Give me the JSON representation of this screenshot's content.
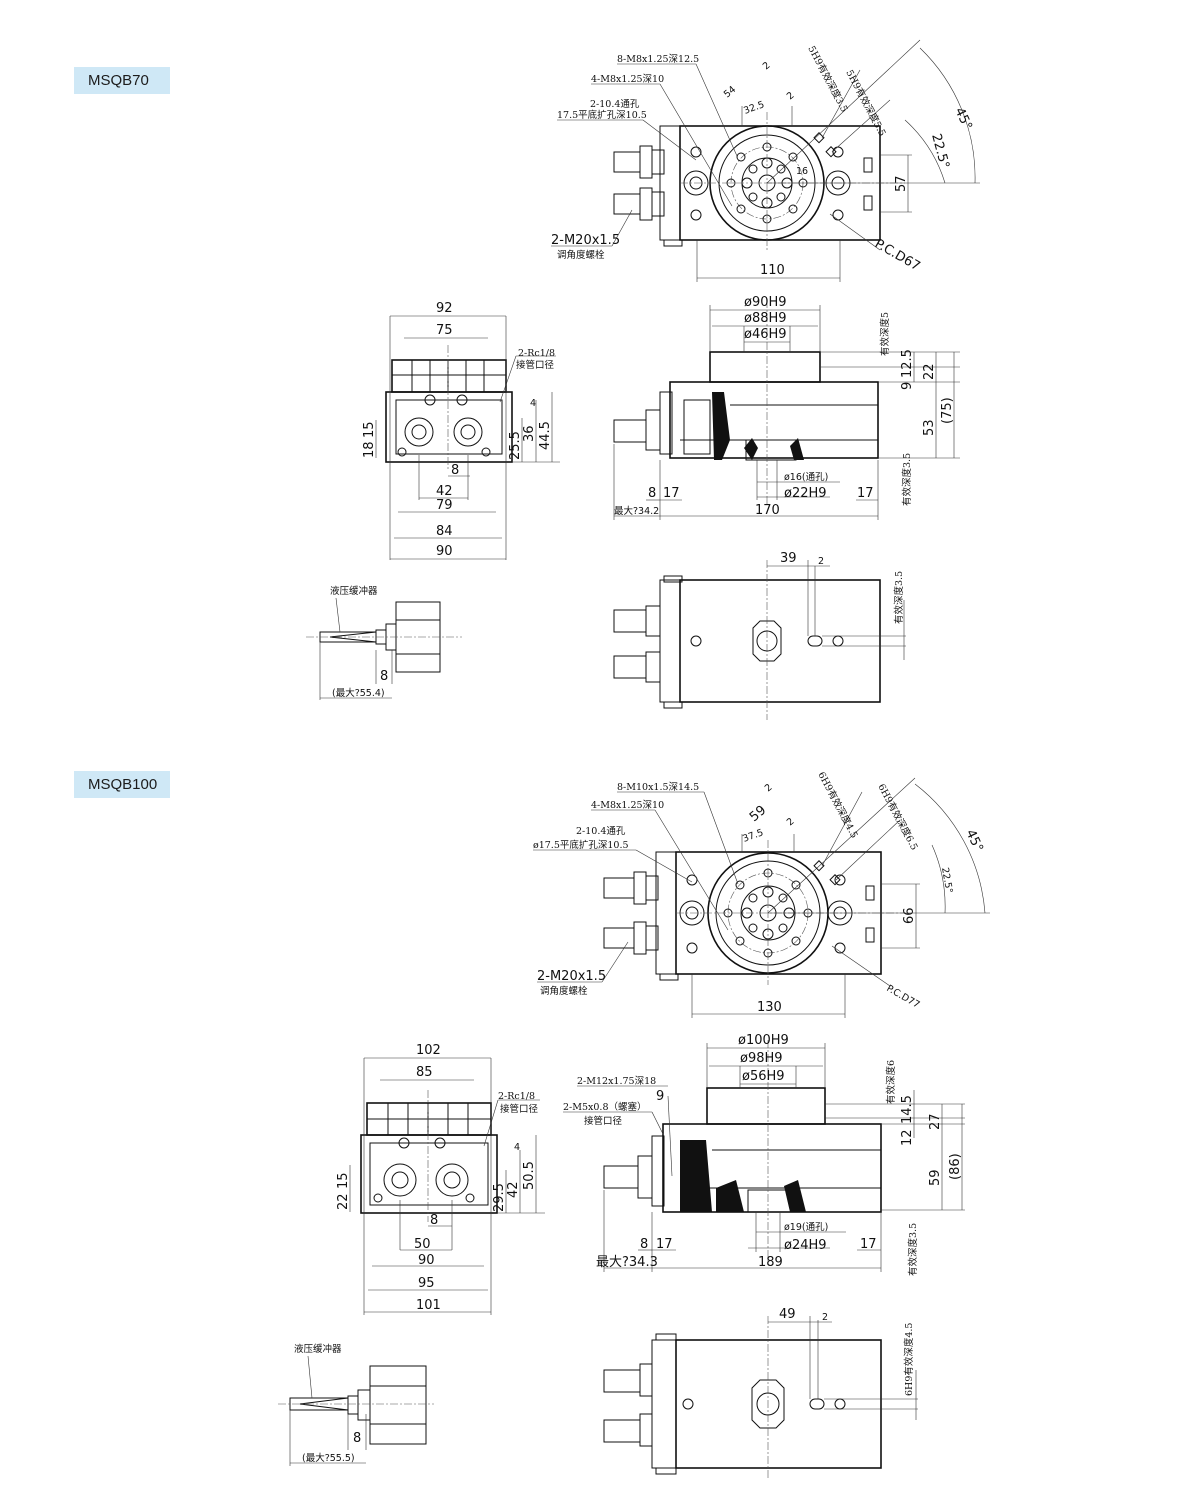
{
  "models": [
    {
      "name": "MSQB70",
      "top": {
        "notes": [
          "8-M8x1.25深12.5",
          "4-M8x1.25深10",
          "2-10.4通孔",
          "17.5平底扩孔深10.5",
          "2-M20x1.5",
          "调角度螺栓",
          "5H9有效深度3.5",
          "5H9有效深度5.5"
        ],
        "dims": [
          "54",
          "2",
          "32.5",
          "2",
          "16",
          "45°",
          "22.5°",
          "57",
          "110",
          "P.C.D67"
        ]
      },
      "side": {
        "notes": [
          "2-Rc1/8",
          "接管口径"
        ],
        "dims": [
          "92",
          "75",
          "18",
          "15",
          "8",
          "42",
          "79",
          "84",
          "90",
          "25.5",
          "36",
          "44.5",
          "4"
        ]
      },
      "front": {
        "notes": [
          "有效深度5",
          "有效深度3.5",
          "ø16(通孔)",
          "最大?34.2"
        ],
        "dims": [
          "ø90H9",
          "ø88H9",
          "ø46H9",
          "12.5",
          "9",
          "22",
          "(75)",
          "53",
          "8",
          "17",
          "17",
          "ø22H9",
          "170"
        ]
      },
      "damper": {
        "notes": [
          "液压缓冲器",
          "(最大?55.4)"
        ],
        "dims": [
          "8"
        ]
      },
      "bottom": {
        "notes": [
          "有效深度3.5"
        ],
        "dims": [
          "39",
          "2"
        ]
      }
    },
    {
      "name": "MSQB100",
      "top": {
        "notes": [
          "8-M10x1.5深14.5",
          "4-M8x1.25深10",
          "2-10.4通孔",
          "ø17.5平底扩孔深10.5",
          "2-M20x1.5",
          "调角度螺栓",
          "6H9有效深度4.5",
          "6H9有效深度6.5"
        ],
        "dims": [
          "59",
          "2",
          "37.5",
          "2",
          "45°",
          "22.5°",
          "66",
          "130",
          "P.C.D77"
        ]
      },
      "side": {
        "notes": [
          "2-Rc1/8",
          "接管口径"
        ],
        "dims": [
          "102",
          "85",
          "22",
          "15",
          "8",
          "50",
          "90",
          "95",
          "101",
          "29.5",
          "42",
          "50.5",
          "4"
        ]
      },
      "front": {
        "notes": [
          "2-M12x1.75深18",
          "2-M5x0.8（螺塞）",
          "接管口径",
          "有效深度6",
          "有效深度3.5",
          "ø19(通孔)",
          "最大?34.3"
        ],
        "dims": [
          "ø100H9",
          "ø98H9",
          "ø56H9",
          "9",
          "12",
          "14.5",
          "27",
          "(86)",
          "59",
          "8",
          "17",
          "17",
          "ø24H9",
          "189"
        ]
      },
      "damper": {
        "notes": [
          "液压缓冲器",
          "(最大?55.5)"
        ],
        "dims": [
          "8"
        ]
      },
      "bottom": {
        "notes": [
          "6H9有效深度4.5"
        ],
        "dims": [
          "49",
          "2"
        ]
      }
    }
  ]
}
